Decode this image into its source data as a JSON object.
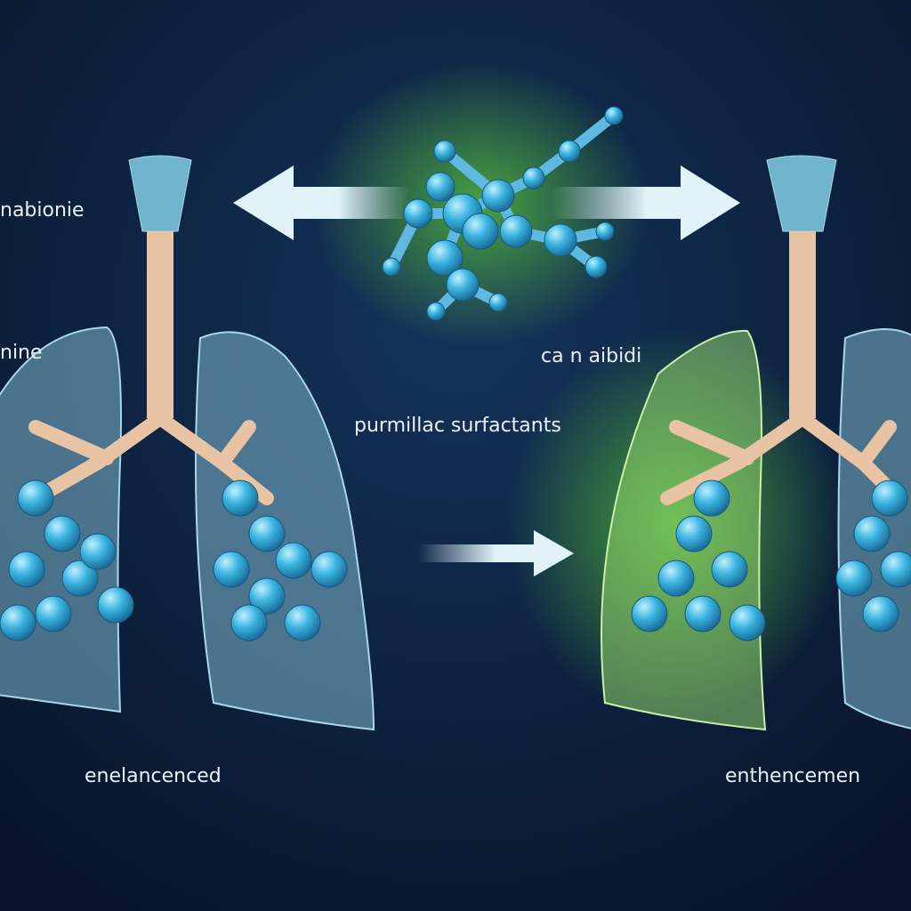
{
  "labels": {
    "top_left": "nabionie",
    "mid_left": "nine",
    "center_molecule": "ca n aibidi",
    "center": "purmillac surfactants",
    "bottom_left": "enelancenced",
    "bottom_right": "enthencemen"
  },
  "colors": {
    "background": "#0a1a33",
    "lung": "#7fb8cf",
    "trachea": "#e8c4a4",
    "alveoli": "#3ab4e0",
    "cbd_glow": "#6be04a",
    "arrow": "#dff3f8"
  }
}
